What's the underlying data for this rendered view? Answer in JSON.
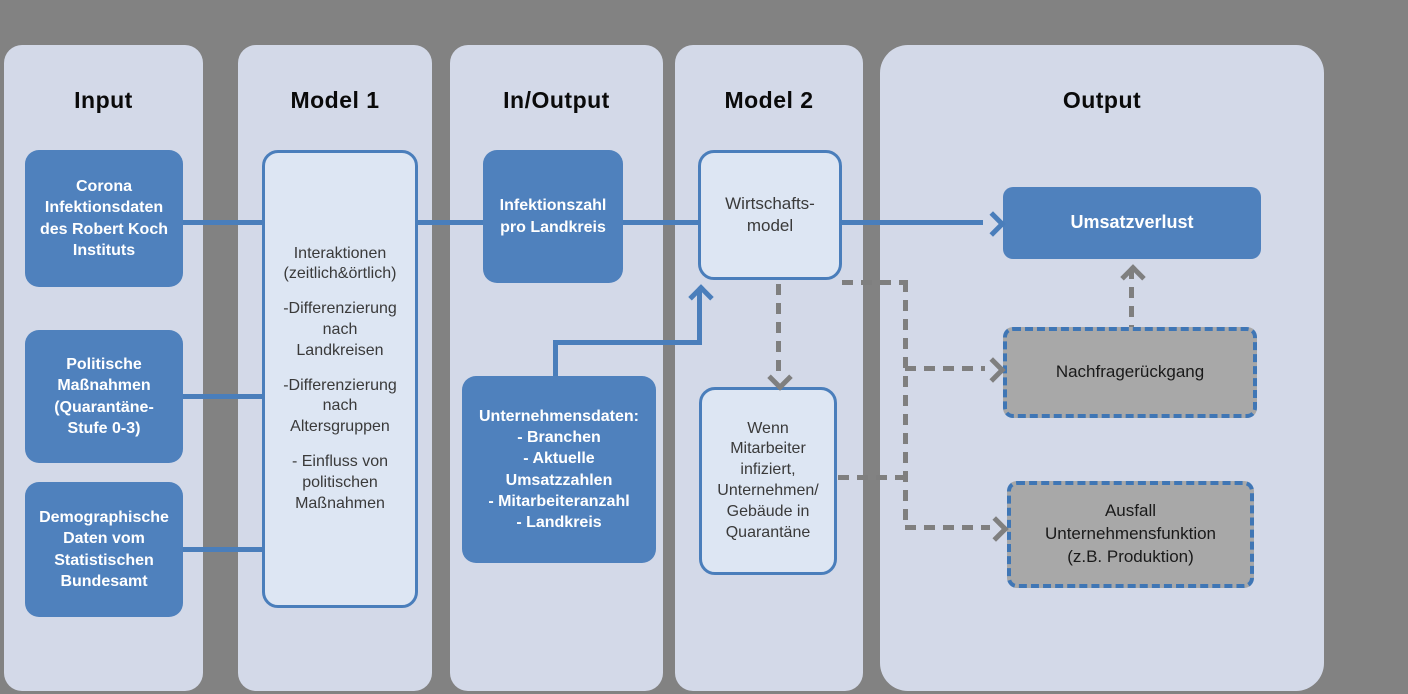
{
  "diagram": {
    "background_color": "#828282",
    "panel_color": "#d3d9e8",
    "accent_blue": "#4f81bd",
    "light_box_fill": "#dde6f3",
    "gray_box_fill": "#a8a8a8",
    "connector_gray": "#7f7f7f",
    "columns": [
      {
        "title": "Input"
      },
      {
        "title": "Model 1"
      },
      {
        "title": "In/Output"
      },
      {
        "title": "Model 2"
      },
      {
        "title": "Output"
      }
    ],
    "nodes": {
      "corona": "Corona\nInfektionsdaten\ndes Robert Koch\nInstituts",
      "politische": "Politische\nMaßnahmen\n(Quarantäne-\nStufe 0-3)",
      "demographische": "Demographische\nDaten vom\nStatistischen\nBundesamt",
      "model1_items": [
        "Interaktionen\n(zeitlich&örtlich)",
        "-Differenzierung\nnach\nLandkreisen",
        "-Differenzierung\nnach\nAltersgruppen",
        "-  Einfluss von\npolitischen\nMaßnahmen"
      ],
      "infektionszahl": "Infektionszahl\npro Landkreis",
      "unternehmensdaten": "Unternehmensdaten:\n- Branchen\n- Aktuelle\nUmsatzzahlen\n- Mitarbeiteranzahl\n- Landkreis",
      "wirtschaftsmodel": "Wirtschafts-\nmodel",
      "wenn_mitarbeiter": "Wenn\nMitarbeiter\ninfiziert,\nUnternehmen/\nGebäude in\nQuarantäne",
      "umsatzverlust": "Umsatzverlust",
      "nachfragerueckgang": "Nachfragerückgang",
      "ausfall": "Ausfall\nUnternehmensfunktion\n(z.B. Produktion)"
    }
  }
}
